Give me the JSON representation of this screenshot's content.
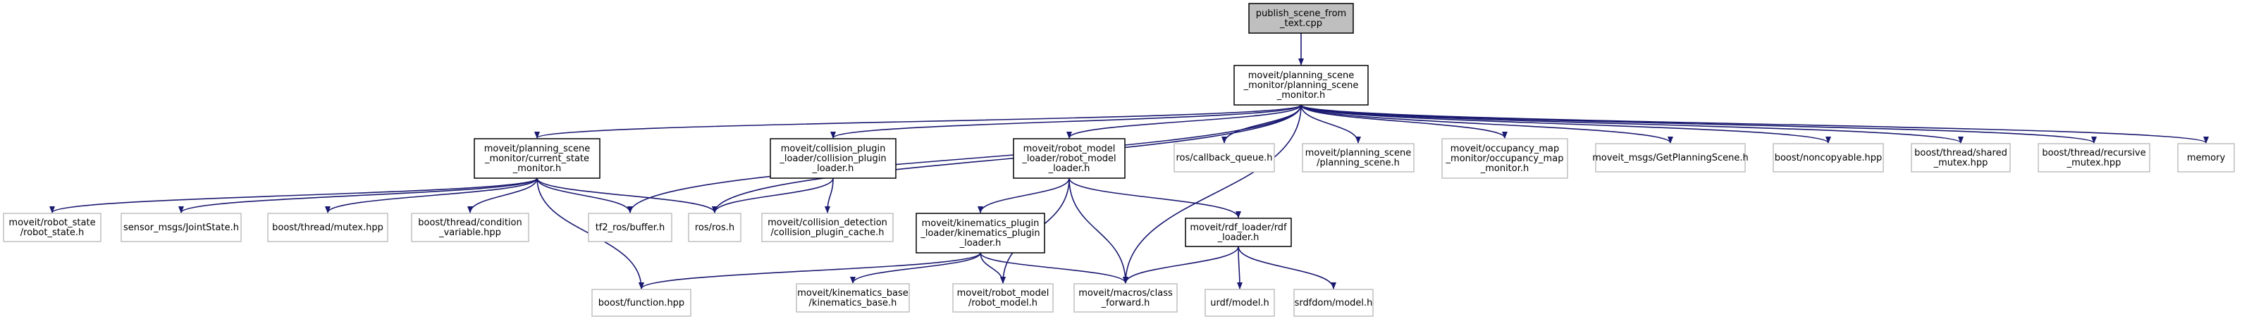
{
  "graph": {
    "edge_color": "#191970",
    "root_fill": "#bfbfbf",
    "documented_border": "#000000",
    "external_border": "#bfbfbf",
    "nodes": [
      {
        "id": "root",
        "lines": [
          "publish_scene_from",
          "_text.cpp"
        ],
        "kind": "root"
      },
      {
        "id": "psm",
        "lines": [
          "moveit/planning_scene",
          "_monitor/planning_scene",
          "_monitor.h"
        ],
        "kind": "doc"
      },
      {
        "id": "csm",
        "lines": [
          "moveit/planning_scene",
          "_monitor/current_state",
          "_monitor.h"
        ],
        "kind": "doc"
      },
      {
        "id": "cpl",
        "lines": [
          "moveit/collision_plugin",
          "_loader/collision_plugin",
          "_loader.h"
        ],
        "kind": "doc"
      },
      {
        "id": "rml",
        "lines": [
          "moveit/robot_model",
          "_loader/robot_model",
          "_loader.h"
        ],
        "kind": "doc"
      },
      {
        "id": "cbq",
        "lines": [
          "ros/callback_queue.h"
        ],
        "kind": "ext"
      },
      {
        "id": "ps",
        "lines": [
          "moveit/planning_scene",
          "/planning_scene.h"
        ],
        "kind": "ext"
      },
      {
        "id": "omm",
        "lines": [
          "moveit/occupancy_map",
          "_monitor/occupancy_map",
          "_monitor.h"
        ],
        "kind": "ext"
      },
      {
        "id": "gps",
        "lines": [
          "moveit_msgs/GetPlanningScene.h"
        ],
        "kind": "ext"
      },
      {
        "id": "nc",
        "lines": [
          "boost/noncopyable.hpp"
        ],
        "kind": "ext"
      },
      {
        "id": "sm",
        "lines": [
          "boost/thread/shared",
          "_mutex.hpp"
        ],
        "kind": "ext"
      },
      {
        "id": "rmx",
        "lines": [
          "boost/thread/recursive",
          "_mutex.hpp"
        ],
        "kind": "ext"
      },
      {
        "id": "mem",
        "lines": [
          "memory"
        ],
        "kind": "ext"
      },
      {
        "id": "rs",
        "lines": [
          "moveit/robot_state",
          "/robot_state.h"
        ],
        "kind": "ext"
      },
      {
        "id": "js",
        "lines": [
          "sensor_msgs/JointState.h"
        ],
        "kind": "ext"
      },
      {
        "id": "mx",
        "lines": [
          "boost/thread/mutex.hpp"
        ],
        "kind": "ext"
      },
      {
        "id": "cv",
        "lines": [
          "boost/thread/condition",
          "_variable.hpp"
        ],
        "kind": "ext"
      },
      {
        "id": "tf",
        "lines": [
          "tf2_ros/buffer.h"
        ],
        "kind": "ext"
      },
      {
        "id": "ros",
        "lines": [
          "ros/ros.h"
        ],
        "kind": "ext"
      },
      {
        "id": "cpc",
        "lines": [
          "moveit/collision_detection",
          "/collision_plugin_cache.h"
        ],
        "kind": "ext"
      },
      {
        "id": "kpl",
        "lines": [
          "moveit/kinematics_plugin",
          "_loader/kinematics_plugin",
          "_loader.h"
        ],
        "kind": "doc"
      },
      {
        "id": "url",
        "lines": [
          "moveit/rdf_loader/rdf",
          "_loader.h"
        ],
        "kind": "doc"
      },
      {
        "id": "fn",
        "lines": [
          "boost/function.hpp"
        ],
        "kind": "ext"
      },
      {
        "id": "kb",
        "lines": [
          "moveit/kinematics_base",
          "/kinematics_base.h"
        ],
        "kind": "ext"
      },
      {
        "id": "rm",
        "lines": [
          "moveit/robot_model",
          "/robot_model.h"
        ],
        "kind": "ext"
      },
      {
        "id": "cf",
        "lines": [
          "moveit/macros/class",
          "_forward.h"
        ],
        "kind": "ext"
      },
      {
        "id": "urdf",
        "lines": [
          "urdf/model.h"
        ],
        "kind": "ext"
      },
      {
        "id": "srdf",
        "lines": [
          "srdfdom/model.h"
        ],
        "kind": "ext"
      }
    ],
    "edges": [
      [
        "root",
        "psm"
      ],
      [
        "psm",
        "csm"
      ],
      [
        "psm",
        "cpl"
      ],
      [
        "psm",
        "rml"
      ],
      [
        "psm",
        "cbq"
      ],
      [
        "psm",
        "ps"
      ],
      [
        "psm",
        "omm"
      ],
      [
        "psm",
        "gps"
      ],
      [
        "psm",
        "nc"
      ],
      [
        "psm",
        "sm"
      ],
      [
        "psm",
        "rmx"
      ],
      [
        "psm",
        "mem"
      ],
      [
        "psm",
        "tf"
      ],
      [
        "psm",
        "ros"
      ],
      [
        "psm",
        "cf"
      ],
      [
        "csm",
        "rs"
      ],
      [
        "csm",
        "js"
      ],
      [
        "csm",
        "mx"
      ],
      [
        "csm",
        "cv"
      ],
      [
        "csm",
        "tf"
      ],
      [
        "csm",
        "ros"
      ],
      [
        "csm",
        "fn"
      ],
      [
        "cpl",
        "ros"
      ],
      [
        "cpl",
        "cpc"
      ],
      [
        "rml",
        "kpl"
      ],
      [
        "rml",
        "url"
      ],
      [
        "rml",
        "rm"
      ],
      [
        "rml",
        "cf"
      ],
      [
        "kpl",
        "fn"
      ],
      [
        "kpl",
        "kb"
      ],
      [
        "kpl",
        "rm"
      ],
      [
        "kpl",
        "cf"
      ],
      [
        "url",
        "urdf"
      ],
      [
        "url",
        "srdf"
      ],
      [
        "url",
        "cf"
      ]
    ]
  }
}
